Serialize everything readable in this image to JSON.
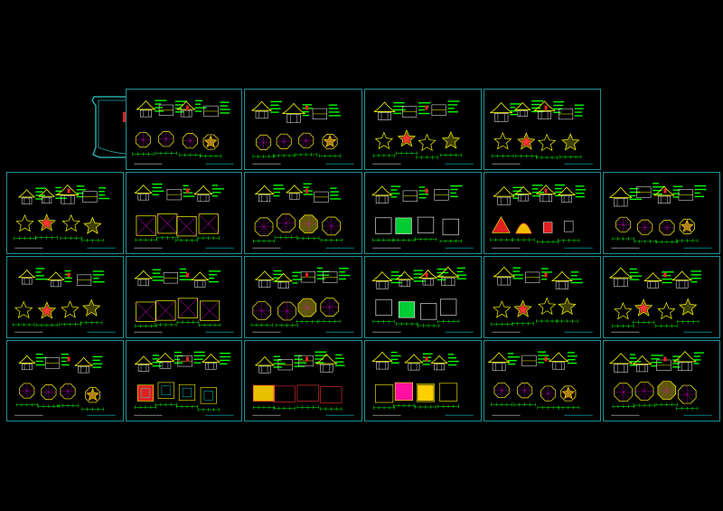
{
  "drawing": {
    "background": "#000000",
    "frame_color": "#1f8f93",
    "line_colors": [
      "#ffff00",
      "#00ff00",
      "#ffffff",
      "#ff00ff",
      "#ff3333",
      "#00ffff"
    ],
    "title_block": {
      "border_color": "#2aa7a4",
      "blocks": [
        {
          "name": "red-block-left",
          "color": "#e0202a"
        },
        {
          "name": "red-block-right",
          "color": "#e0202a"
        },
        {
          "name": "magenta-block",
          "color": "#c040c0"
        }
      ]
    },
    "sheets": [
      {
        "id": "r0c1",
        "kind": "pavilion-elevations"
      },
      {
        "id": "r0c2",
        "kind": "pavilion-elevations"
      },
      {
        "id": "r0c3",
        "kind": "star-plans"
      },
      {
        "id": "r0c4",
        "kind": "star-plans"
      },
      {
        "id": "r1c0",
        "kind": "star-plans"
      },
      {
        "id": "r1c1",
        "kind": "roof-plans"
      },
      {
        "id": "r1c2",
        "kind": "octagon-plans"
      },
      {
        "id": "r1c3",
        "kind": "green-plans"
      },
      {
        "id": "r1c4",
        "kind": "red-sector"
      },
      {
        "id": "r1c5",
        "kind": "pavilion-elevations"
      },
      {
        "id": "r2c0",
        "kind": "star-plans"
      },
      {
        "id": "r2c1",
        "kind": "roof-plans"
      },
      {
        "id": "r2c2",
        "kind": "octagon-plans"
      },
      {
        "id": "r2c3",
        "kind": "green-plans"
      },
      {
        "id": "r2c4",
        "kind": "star-plans"
      },
      {
        "id": "r2c5",
        "kind": "star-plans"
      },
      {
        "id": "r3c0",
        "kind": "pavilion-elevations"
      },
      {
        "id": "r3c1",
        "kind": "red-plans"
      },
      {
        "id": "r3c2",
        "kind": "yellow-plans"
      },
      {
        "id": "r3c3",
        "kind": "magenta-plans"
      },
      {
        "id": "r3c4",
        "kind": "pavilion-elevations"
      },
      {
        "id": "r3c5",
        "kind": "octagon-plans"
      }
    ]
  }
}
